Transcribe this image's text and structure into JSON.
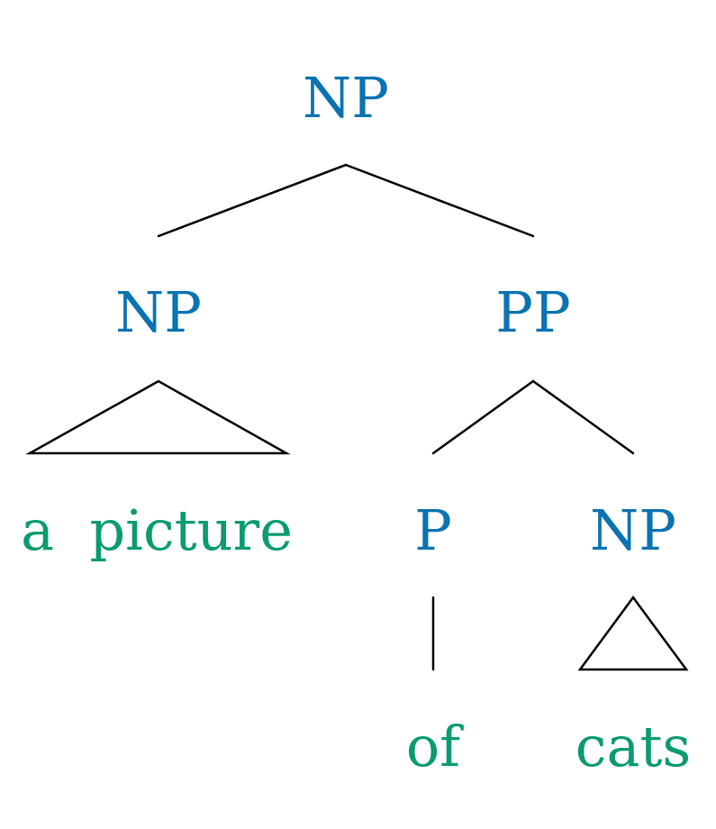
{
  "tree": {
    "root": {
      "label": "NP"
    },
    "subject_np": {
      "label": "NP",
      "terminal": "a  picture"
    },
    "pp": {
      "label": "PP"
    },
    "p": {
      "label": "P",
      "terminal": "of"
    },
    "object_np": {
      "label": "NP",
      "terminal": "cats"
    }
  },
  "colors": {
    "category": "#0a73b1",
    "terminal": "#0a9b6f",
    "edge": "#000000"
  }
}
